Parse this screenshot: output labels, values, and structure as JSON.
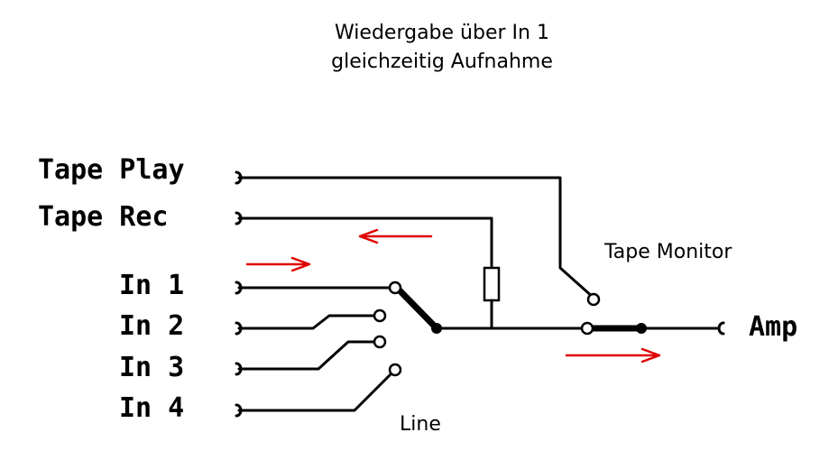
{
  "title": {
    "line1": "Wiedergabe über In 1",
    "line2": "gleichzeitig Aufnahme"
  },
  "inputs": {
    "tape_play": "Tape Play",
    "tape_rec": "Tape Rec",
    "in1": "In 1",
    "in2": "In 2",
    "in3": "In 3",
    "in4": "In 4"
  },
  "labels": {
    "tape_monitor": "Tape Monitor",
    "line": "Line",
    "amp": "Amp"
  },
  "colors": {
    "wire": "#000000",
    "arrow": "#e00000"
  }
}
